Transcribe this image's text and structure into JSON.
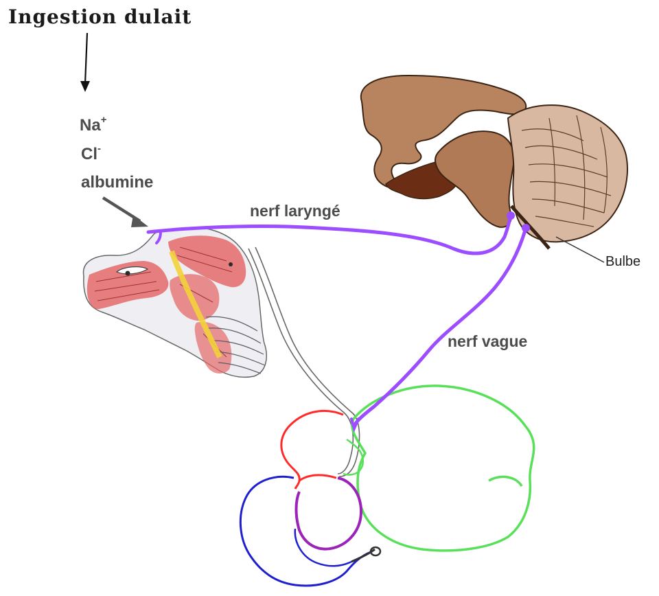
{
  "title": "Ingestion dulait",
  "ions": {
    "na": {
      "base": "Na",
      "sup": "+"
    },
    "cl": {
      "base": "Cl",
      "sup": "-"
    },
    "albumine": "albumine"
  },
  "labels": {
    "nerf_larynge": "nerf laryngé",
    "nerf_vague": "nerf vague",
    "bulbe": "Bulbe"
  },
  "colors": {
    "nerve": "#9b4dff",
    "brain_fill": "#b07a57",
    "brain_dark": "#4a2a18",
    "larynx_red": "#e46a6a",
    "stomach_green": "#59e05a",
    "stomach_red": "#ff2b2b",
    "stomach_blue": "#1f1fcf",
    "stomach_purple": "#9b23b8"
  },
  "icons": {
    "title_arrow": "down-arrow-icon",
    "albumine_arrow": "pointer-arrow-icon"
  }
}
